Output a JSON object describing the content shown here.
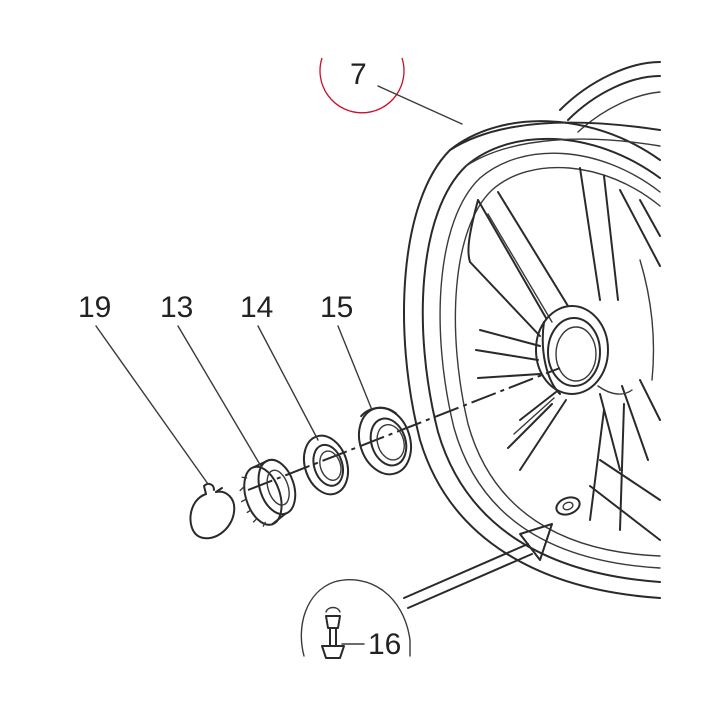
{
  "diagram": {
    "callouts": {
      "wheel": "7",
      "clip": "19",
      "nut": "13",
      "washer": "14",
      "seal": "15",
      "valve": "16"
    },
    "colors": {
      "line": "#2a2a2a",
      "highlight": "#c8102e"
    }
  }
}
